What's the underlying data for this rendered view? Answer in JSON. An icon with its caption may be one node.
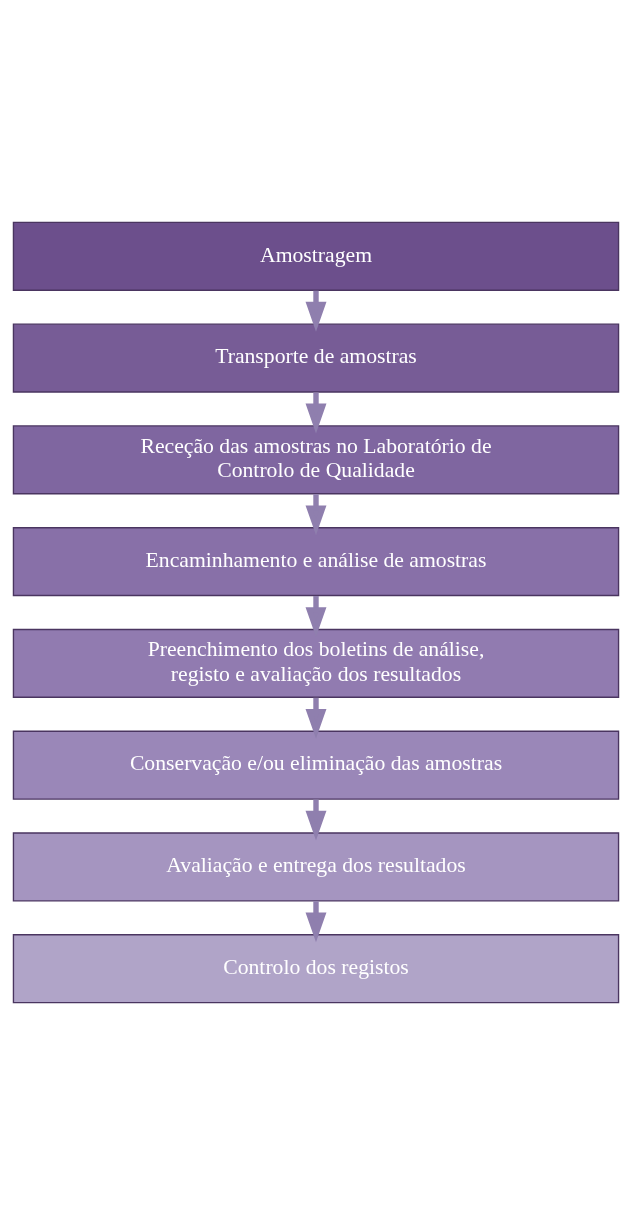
{
  "diagram": {
    "nodes": [
      {
        "text": [
          "Amostragem"
        ]
      },
      {
        "text": [
          "Transporte de amostras"
        ]
      },
      {
        "text": [
          "Receção das amostras no Laboratório de Controlo de Qualidade"
        ]
      },
      {
        "text": [
          "Encaminhamento e análise de amostras"
        ]
      },
      {
        "text": [
          "Preenchimento dos boletins de análise, registo e avaliação dos resultados"
        ]
      },
      {
        "text": [
          "Conservação e/ou eliminação das amostras"
        ]
      },
      {
        "text": [
          "Avaliação e entrega dos resultados"
        ]
      },
      {
        "text": [
          "Controlo dos registos"
        ]
      }
    ],
    "edges": [
      {
        "from": 0,
        "to": 1,
        "arrow": "to"
      },
      {
        "from": 1,
        "to": 2,
        "arrow": "to"
      },
      {
        "from": 2,
        "to": 3,
        "arrow": "to"
      },
      {
        "from": 3,
        "to": 4,
        "arrow": "to"
      },
      {
        "from": 4,
        "to": 5,
        "arrow": "to"
      },
      {
        "from": 5,
        "to": 6,
        "arrow": "to"
      },
      {
        "from": 6,
        "to": 7,
        "arrow": "to"
      }
    ]
  }
}
